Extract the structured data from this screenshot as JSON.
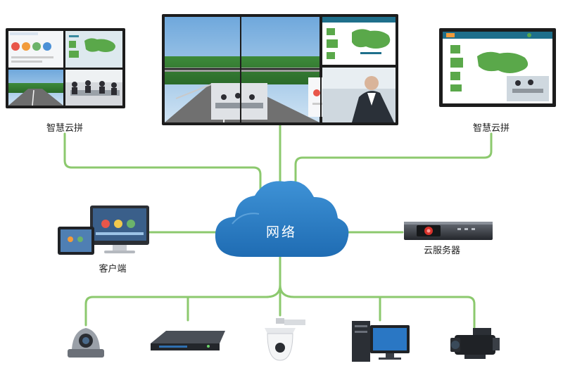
{
  "labels": {
    "left_wall": "智慧云拼",
    "right_wall": "智慧云拼",
    "client": "客户端",
    "server": "云服务器"
  },
  "cloud": {
    "label": "网络",
    "color": "#2c7fc6"
  },
  "colors": {
    "link": "#8cc96e",
    "screen_bezel": "#1c1c1c",
    "chart_green": "#5aa84a"
  }
}
